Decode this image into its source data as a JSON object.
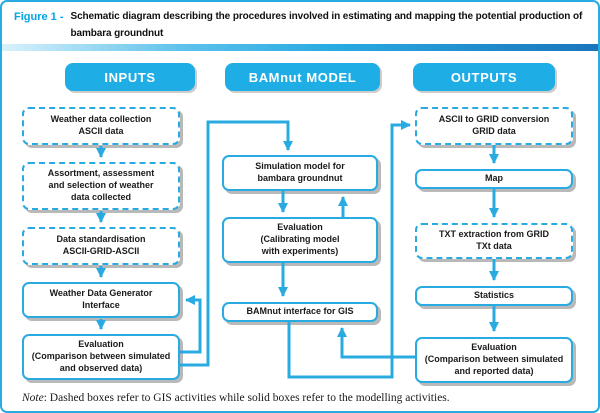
{
  "figure": {
    "label": "Figure 1 -",
    "title": "Schematic diagram describing the procedures involved in estimating and mapping the potential production of bambara groundnut"
  },
  "headers": {
    "inputs": "INPUTS",
    "model": "BAMnut MODEL",
    "outputs": "OUTPUTS"
  },
  "boxes": {
    "weather_collection": "Weather data collection\nASCII data",
    "assortment": "Assortment, assessment\nand selection of weather\ndata collected",
    "standardisation": "Data standardisation\nASCII-GRID-ASCII",
    "wdg_interface": "Weather Data Generator\nInterface",
    "eval_observed": "Evaluation\n(Comparison between simulated\nand observed data)",
    "simulation": "Simulation model for\nbambara groundnut",
    "eval_calibrating": "Evaluation\n(Calibrating model\nwith experiments)",
    "bamnut_gis": "BAMnut interface for GIS",
    "ascii_grid": "ASCII to GRID conversion\nGRID data",
    "map": "Map",
    "txt_extraction": "TXT extraction from GRID\nTXt data",
    "statistics": "Statistics",
    "eval_reported": "Evaluation\n(Comparison between simulated\nand reported data)"
  },
  "note": {
    "label": "Note",
    "text": ": Dashed boxes refer to GIS activities while solid boxes refer to the modelling activities."
  },
  "legend_semantics": {
    "dashed_boxes": "GIS activities",
    "solid_boxes": "modelling activities"
  },
  "colors": {
    "accent_cyan": "#29abe2",
    "pill_cyan": "#1fade6",
    "gradient_end_blue": "#1b75bc",
    "box_shadow_gray": "#b9b9b9",
    "text_black": "#1a1a1a"
  }
}
